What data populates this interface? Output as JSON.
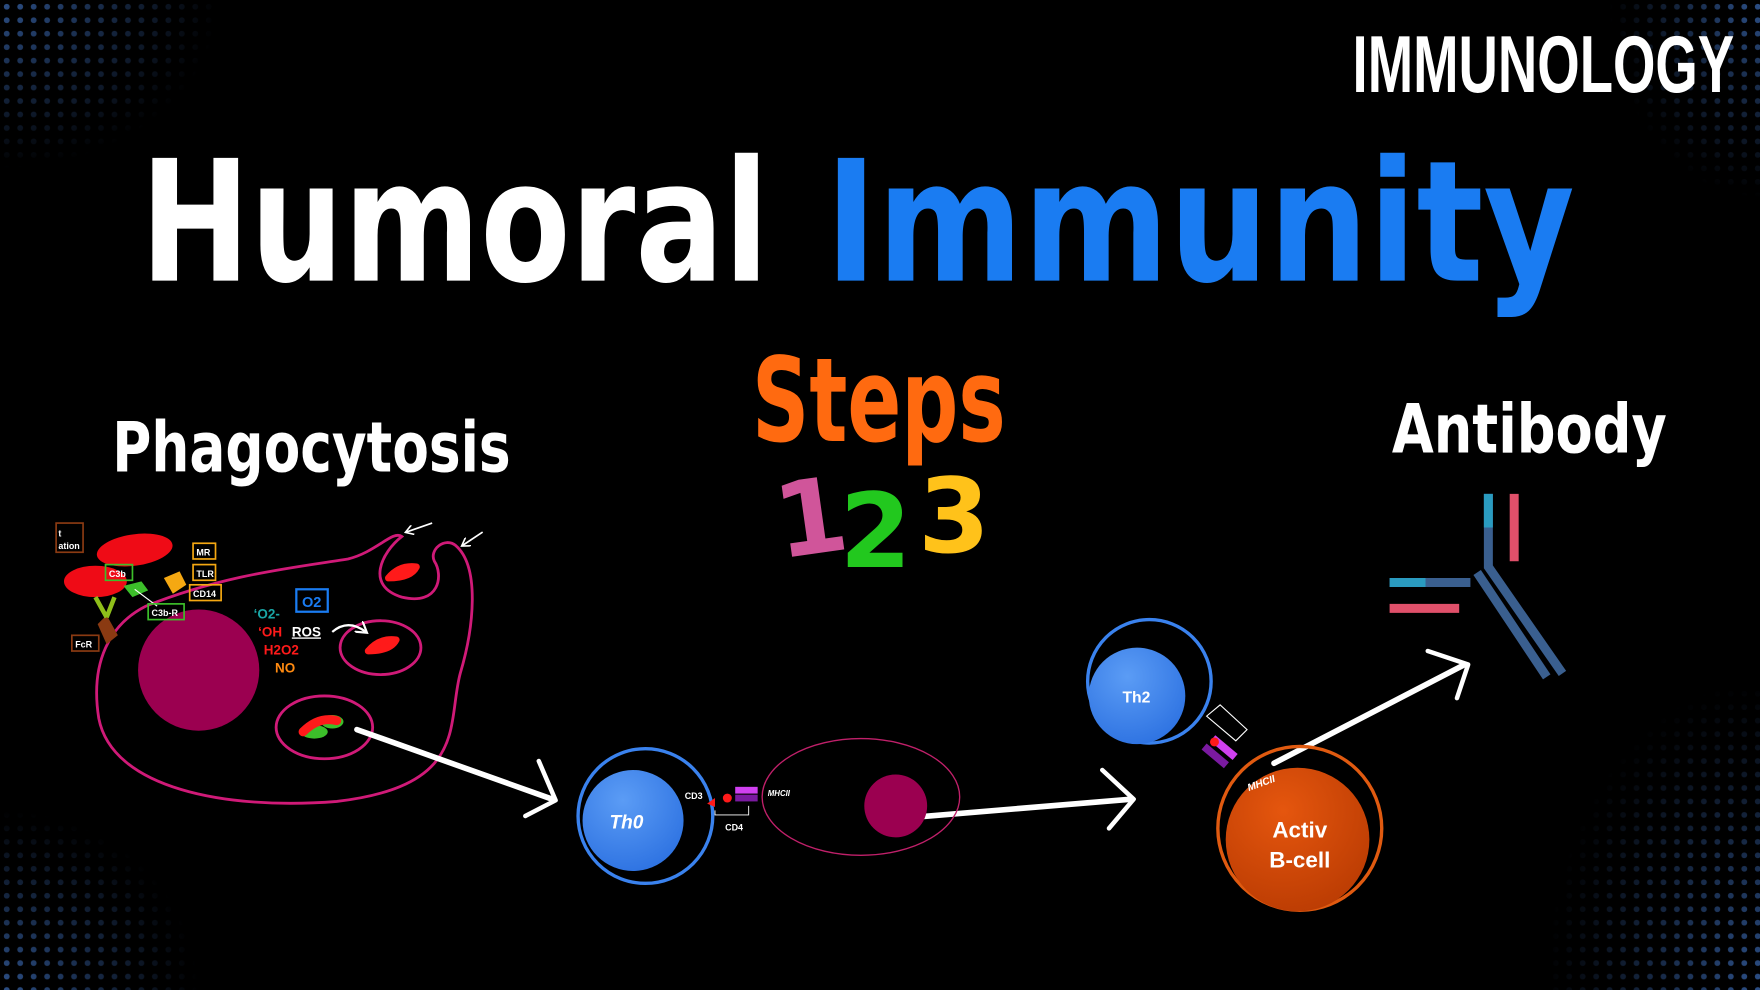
{
  "header": {
    "brand": "IMMUNOLOGY"
  },
  "title": {
    "part1": "Humoral",
    "part2": "Immunity"
  },
  "steps": {
    "label": "Steps",
    "numbers": [
      "1",
      "2",
      "3"
    ]
  },
  "sections": {
    "left": "Phagocytosis",
    "right": "Antibody"
  },
  "phagocytosis": {
    "partial_box": [
      "t",
      "ation"
    ],
    "receptors": [
      "MR",
      "TLR",
      "CD14"
    ],
    "c3b": "C3b",
    "c3b_r": "C3b-R",
    "fcr": "FcR",
    "o2_box": "O2",
    "species": {
      "o2": "‘O2-",
      "oh": "‘OH",
      "ros": "ROS",
      "h2o2": "H2O2",
      "no": "NO"
    }
  },
  "activation": {
    "th0": "Th0",
    "cd3": "CD3",
    "cd4": "CD4",
    "mhcii": "MHCII"
  },
  "bcell": {
    "th2": "Th2",
    "mhcii": "MHCII",
    "line1": "Activ",
    "line2": "B-cell"
  },
  "colors": {
    "accent_blue": "#1a7cf2",
    "steps_orange": "#ff6a10",
    "one": "#d0559a",
    "two": "#22c81e",
    "three": "#ffc21a",
    "nucleus": "#9b0050",
    "membrane": "#d01a78"
  }
}
